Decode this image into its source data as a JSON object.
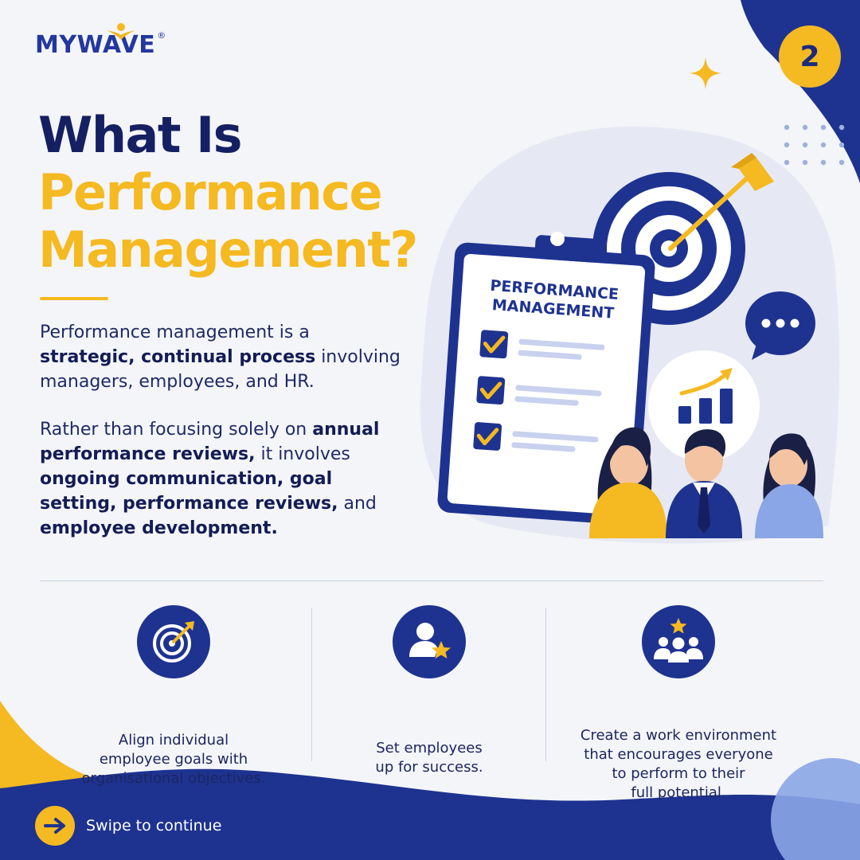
{
  "brand": {
    "name": "MYWAVE",
    "registered_mark": "®",
    "logo_icon": "flame-person-icon"
  },
  "page_number": "2",
  "title": {
    "line1": "What Is",
    "line2": "Performance",
    "line3": "Management?"
  },
  "paragraphs": {
    "p1": {
      "pre": "Performance management is a ",
      "bold1": "strategic, continual process",
      "post": " involving managers, employees, and HR."
    },
    "p2": {
      "pre": "Rather than focusing solely on ",
      "bold1": "annual performance reviews,",
      "mid1": " it involves ",
      "bold2": "ongoing communication, goal setting, performance reviews,",
      "mid2": " and ",
      "bold3": "employee development."
    }
  },
  "illustration": {
    "clipboard_title_line1": "PERFORMANCE",
    "clipboard_title_line2": "MANAGEMENT",
    "checklist_items": 3,
    "icons": [
      "target-arrow-icon",
      "chat-bubble-icon",
      "growth-chart-icon",
      "team-people-icon",
      "sparkle-icon"
    ]
  },
  "benefits": [
    {
      "icon": "target-arrow-icon",
      "text": "Align individual\nemployee goals with\norganisational objectives."
    },
    {
      "icon": "user-star-icon",
      "text": "Set employees\nup for success."
    },
    {
      "icon": "team-star-icon",
      "text": "Create a work environment\nthat encourages everyone\nto perform to their\nfull potential."
    }
  ],
  "footer": {
    "cta_label": "Swipe to continue",
    "cta_icon": "arrow-right-icon"
  },
  "colors": {
    "navy": "#1e3390",
    "dark_navy": "#152062",
    "accent_yellow": "#f5b921",
    "background": "#f4f5f8",
    "light_blue": "#8aa6e6"
  }
}
